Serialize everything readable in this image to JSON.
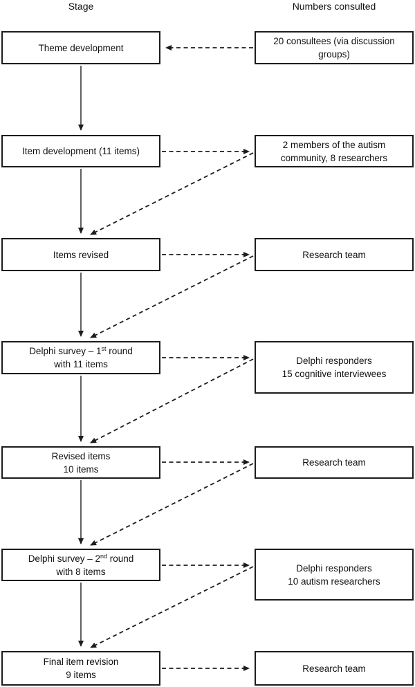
{
  "headers": {
    "stage": "Stage",
    "consulted": "Numbers consulted"
  },
  "stages": [
    {
      "line1": "Theme development"
    },
    {
      "line1": "Item development (11 items)"
    },
    {
      "line1": "Items revised"
    },
    {
      "line1_pre": "Delphi survey – 1",
      "line1_sup": "st",
      "line1_post": " round",
      "line2": "with 11 items"
    },
    {
      "line1": "Revised items",
      "line2": "10 items"
    },
    {
      "line1_pre": "Delphi survey – 2",
      "line1_sup": "nd",
      "line1_post": " round",
      "line2": "with 8 items"
    },
    {
      "line1": "Final item revision",
      "line2": "9 items"
    }
  ],
  "consulted": [
    {
      "line1": "20 consultees (via discussion",
      "line2": "groups)"
    },
    {
      "line1": "2 members of the autism",
      "line2": "community, 8 researchers"
    },
    {
      "line1": "Research team"
    },
    {
      "line1": "Delphi responders",
      "line2": "15 cognitive interviewees"
    },
    {
      "line1": "Research team"
    },
    {
      "line1": "Delphi responders",
      "line2": "10 autism researchers"
    },
    {
      "line1": "Research team"
    }
  ],
  "colors": {
    "line": "#1c1c1c",
    "text": "#111111",
    "background": "#ffffff"
  }
}
